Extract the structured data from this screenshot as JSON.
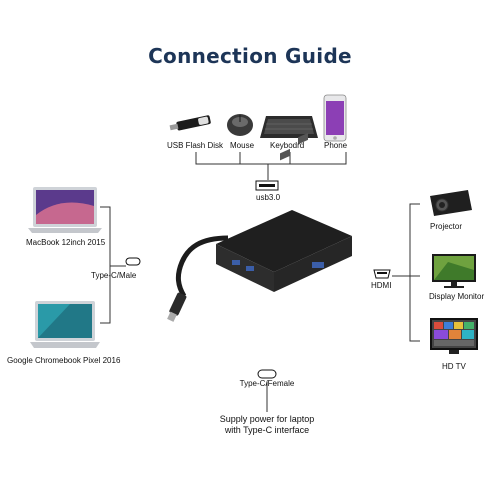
{
  "title": "Connection Guide",
  "top_devices": [
    "USB Flash Disk",
    "Mouse",
    "Keybodrd",
    "Phone"
  ],
  "usb_port_label": "usb3.0",
  "left_devices": [
    "MacBook 12inch 2015",
    "Google Chromebook Pixel 2016"
  ],
  "left_connector_label": "Type-C/Male",
  "right_port_label": "HDMI",
  "right_devices": [
    "Projector",
    "Display Monitor",
    "HD TV"
  ],
  "bottom_port_label": "Type-C/Female",
  "bottom_note_lines": [
    "Supply power for laptop",
    "with Type-C interface"
  ],
  "colors": {
    "title": "#1d3557",
    "line": "#333333",
    "hub_body": "#2a2a2a"
  },
  "icons": [
    "usb-flash-disk-icon",
    "mouse-icon",
    "keyboard-icon",
    "phone-icon",
    "laptop-icon",
    "chromebook-icon",
    "projector-icon",
    "monitor-icon",
    "tv-icon",
    "usb-port-icon",
    "usbc-port-icon",
    "hdmi-port-icon",
    "hub-device-icon"
  ]
}
